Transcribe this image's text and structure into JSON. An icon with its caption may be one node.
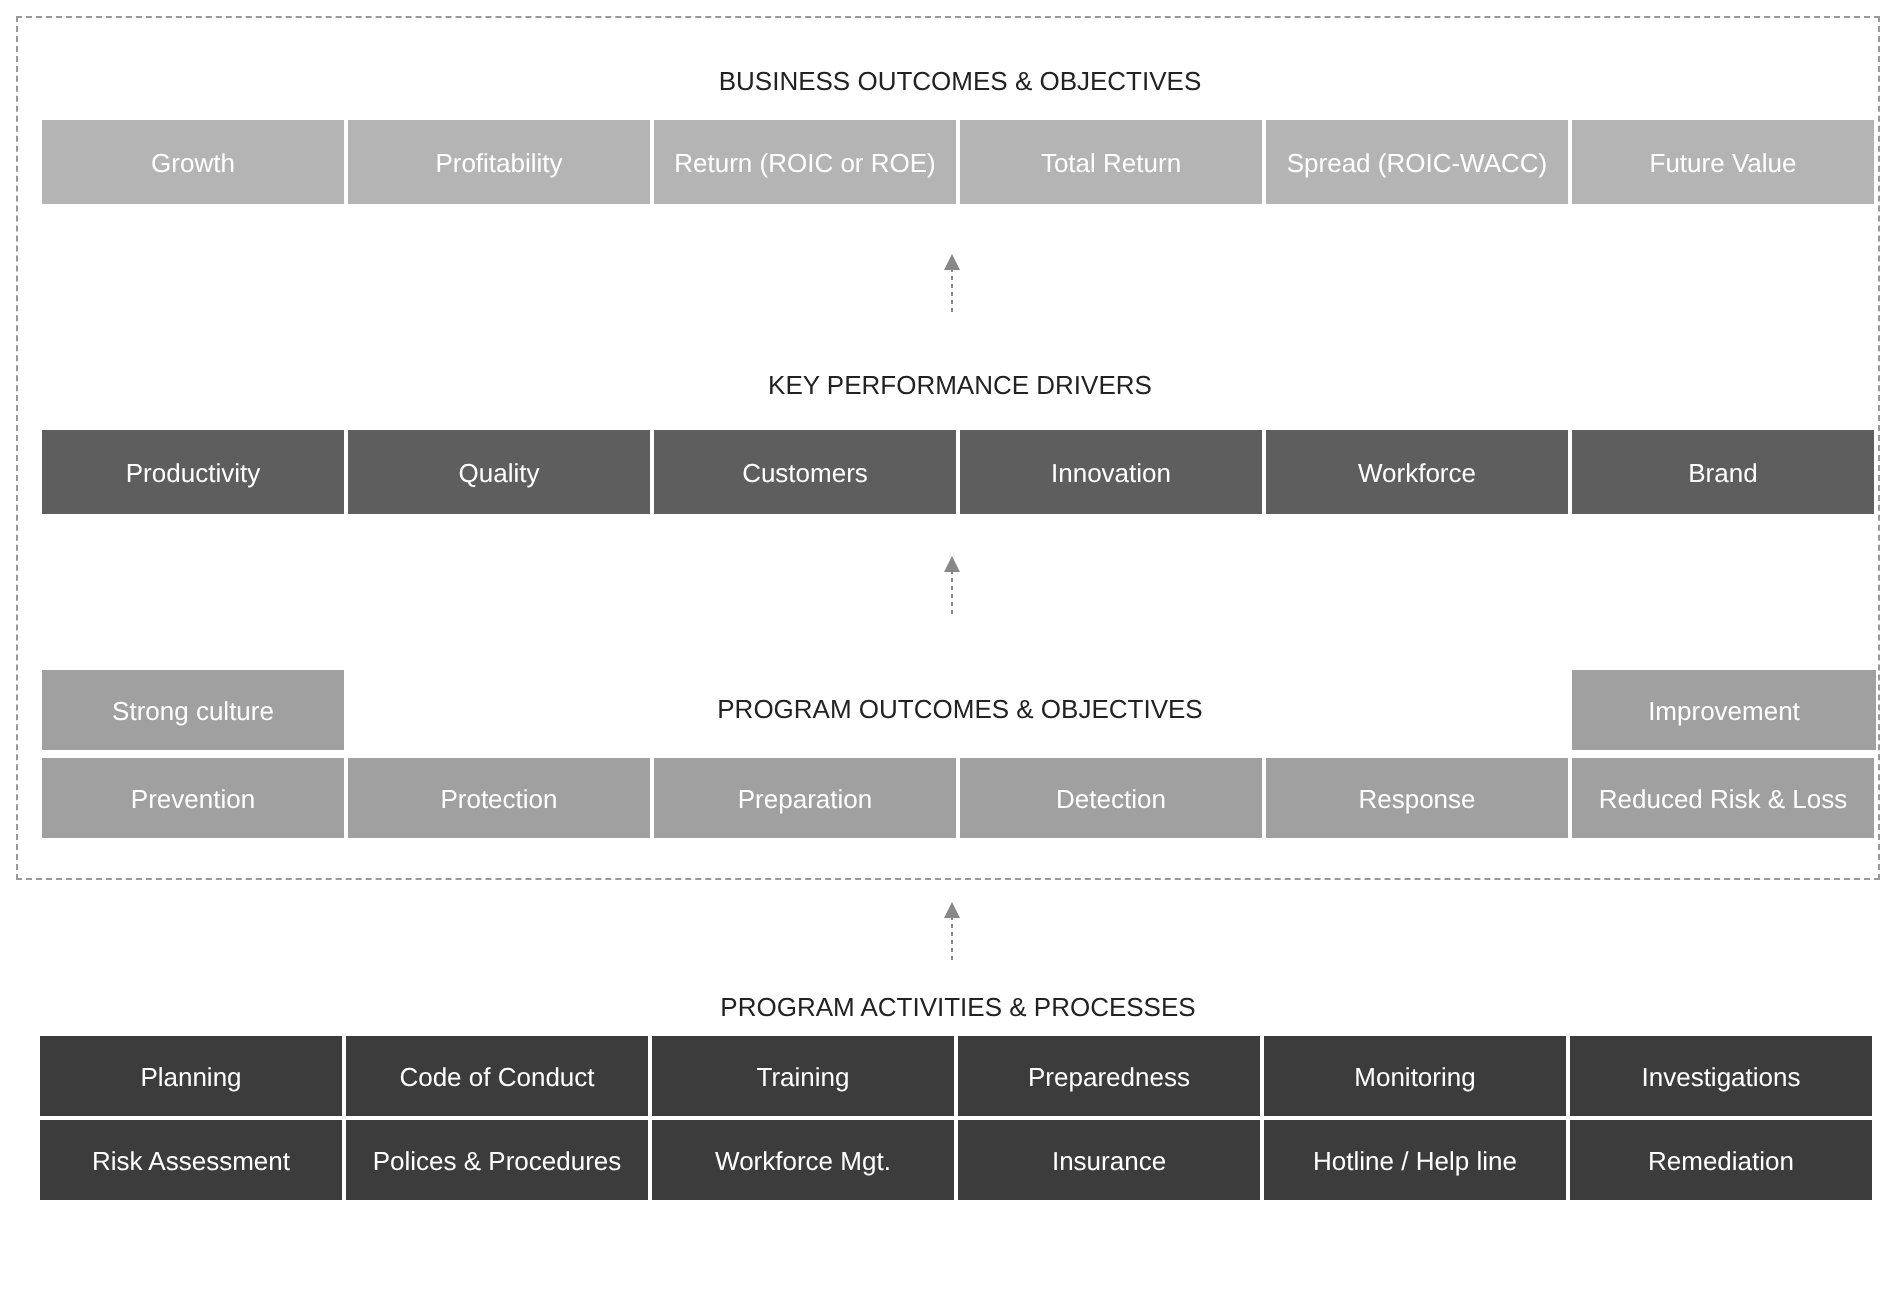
{
  "diagram": {
    "nodes": [
      {
        "text": [],
        "shape": "box"
      },
      {
        "text": [
          "BUSINESS OUTCOMES & OBJECTIVES"
        ],
        "in": 0
      },
      {
        "text": [
          "Growth"
        ],
        "in": 1
      },
      {
        "text": [
          "Profitability"
        ],
        "in": 1
      },
      {
        "text": [
          "Return (ROIC or ROE)"
        ],
        "in": 1
      },
      {
        "text": [
          "Total Return"
        ],
        "in": 1
      },
      {
        "text": [
          "Spread (ROIC-WACC)"
        ],
        "in": 1
      },
      {
        "text": [
          "Future Value"
        ],
        "in": 1
      },
      {
        "text": [
          "KEY PERFORMANCE DRIVERS"
        ],
        "in": 0
      },
      {
        "text": [
          "Productivity"
        ],
        "in": 8
      },
      {
        "text": [
          "Quality"
        ],
        "in": 8
      },
      {
        "text": [
          "Customers"
        ],
        "in": 8
      },
      {
        "text": [
          "Innovation"
        ],
        "in": 8
      },
      {
        "text": [
          "Workforce"
        ],
        "in": 8
      },
      {
        "text": [
          "Brand"
        ],
        "in": 8
      },
      {
        "text": [
          "PROGRAM OUTCOMES & OBJECTIVES"
        ],
        "in": 0
      },
      {
        "text": [
          "Strong culture"
        ],
        "in": 15
      },
      {
        "text": [
          "Improvement"
        ],
        "in": 15
      },
      {
        "text": [
          "Prevention"
        ],
        "in": 15
      },
      {
        "text": [
          "Protection"
        ],
        "in": 15
      },
      {
        "text": [
          "Preparation"
        ],
        "in": 15
      },
      {
        "text": [
          "Detection"
        ],
        "in": 15
      },
      {
        "text": [
          "Response"
        ],
        "in": 15
      },
      {
        "text": [
          "Reduced Risk & Loss"
        ],
        "in": 15
      },
      {
        "text": [
          "PROGRAM ACTIVITIES & PROCESSES"
        ]
      },
      {
        "text": [
          "Planning"
        ],
        "in": 24
      },
      {
        "text": [
          "Code of Conduct"
        ],
        "in": 24
      },
      {
        "text": [
          "Training"
        ],
        "in": 24
      },
      {
        "text": [
          "Preparedness"
        ],
        "in": 24
      },
      {
        "text": [
          "Monitoring"
        ],
        "in": 24
      },
      {
        "text": [
          "Investigations"
        ],
        "in": 24
      },
      {
        "text": [
          "Risk Assessment"
        ],
        "in": 24
      },
      {
        "text": [
          "Polices & Procedures"
        ],
        "in": 24
      },
      {
        "text": [
          "Workforce Mgt."
        ],
        "in": 24
      },
      {
        "text": [
          "Insurance"
        ],
        "in": 24
      },
      {
        "text": [
          "Hotline / Help line"
        ],
        "in": 24
      },
      {
        "text": [
          "Remediation"
        ],
        "in": 24
      }
    ],
    "edges": [
      {
        "from": 8,
        "to": 1,
        "arrow": "to",
        "style": "dashed"
      },
      {
        "from": 15,
        "to": 8,
        "arrow": "to",
        "style": "dashed"
      },
      {
        "from": 24,
        "to": 0,
        "arrow": "to",
        "style": "dashed"
      }
    ]
  }
}
